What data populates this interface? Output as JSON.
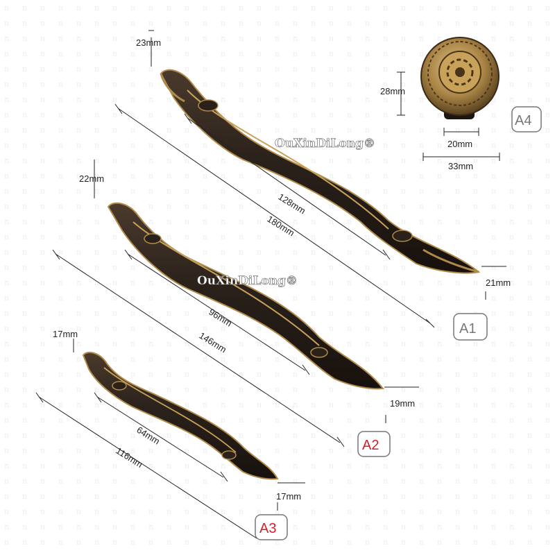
{
  "watermark": "OuXinDiLong®",
  "products": {
    "a1": {
      "tag": "A1",
      "hole_spacing": "128mm",
      "length": "180mm",
      "height": "23mm",
      "width": "21mm"
    },
    "a2": {
      "tag": "A2",
      "hole_spacing": "96mm",
      "length": "146mm",
      "height": "22mm",
      "width": "19mm"
    },
    "a3": {
      "tag": "A3",
      "hole_spacing": "64mm",
      "length": "116mm",
      "height": "17mm",
      "width": "17mm"
    },
    "a4": {
      "tag": "A4",
      "height": "28mm",
      "base": "20mm",
      "diameter": "33mm"
    }
  },
  "colors": {
    "handle_dark": "#2a211b",
    "bronze": "#b08a4a",
    "tag_gray": "#777777",
    "tag_red": "#d0202a"
  }
}
